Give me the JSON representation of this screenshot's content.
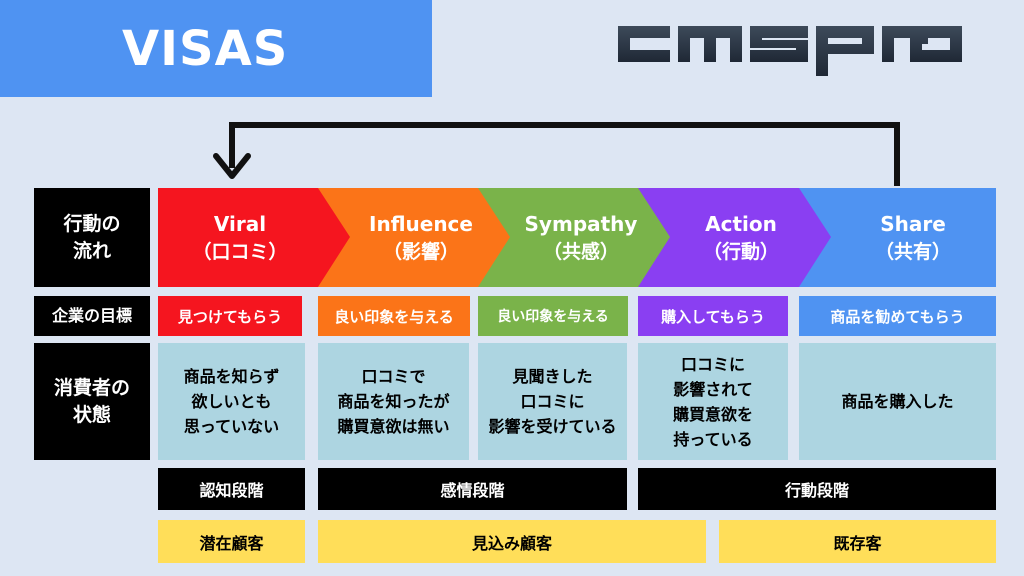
{
  "title": "VISAS",
  "logo_text": "cmspro",
  "row_labels": {
    "flow": "行動の\n流れ",
    "goal": "企業の目標",
    "state": "消費者の\n状態"
  },
  "steps": [
    {
      "name": "Viral",
      "sub": "（口コミ）",
      "color": "#f5151f",
      "goal": "見つけてもらう",
      "goal_color": "#f5151f",
      "state": "商品を知らず\n欲しいとも\n思っていない"
    },
    {
      "name": "Influence",
      "sub": "（影響）",
      "color": "#fb7418",
      "goal": "良い印象を与える",
      "goal_color": "#fb7418",
      "state": "口コミで\n商品を知ったが\n購買意欲は無い"
    },
    {
      "name": "Sympathy",
      "sub": "（共感）",
      "color": "#7ab34a",
      "goal": "良い印象を与える",
      "goal_color": "#7ab34a",
      "state": "見聞きした\n口コミに\n影響を受けている"
    },
    {
      "name": "Action",
      "sub": "（行動）",
      "color": "#8a3ff2",
      "goal": "購入してもらう",
      "goal_color": "#8a3ff2",
      "state": "口コミに\n影響されて\n購買意欲を\n持っている"
    },
    {
      "name": "Share",
      "sub": "（共有）",
      "color": "#4f93f2",
      "goal": "商品を勧めてもらう",
      "goal_color": "#4f93f2",
      "state": "商品を購入した"
    }
  ],
  "stages": [
    "認知段階",
    "感情段階",
    "行動段階"
  ],
  "customers": [
    "潜在顧客",
    "見込み顧客",
    "既存客"
  ]
}
